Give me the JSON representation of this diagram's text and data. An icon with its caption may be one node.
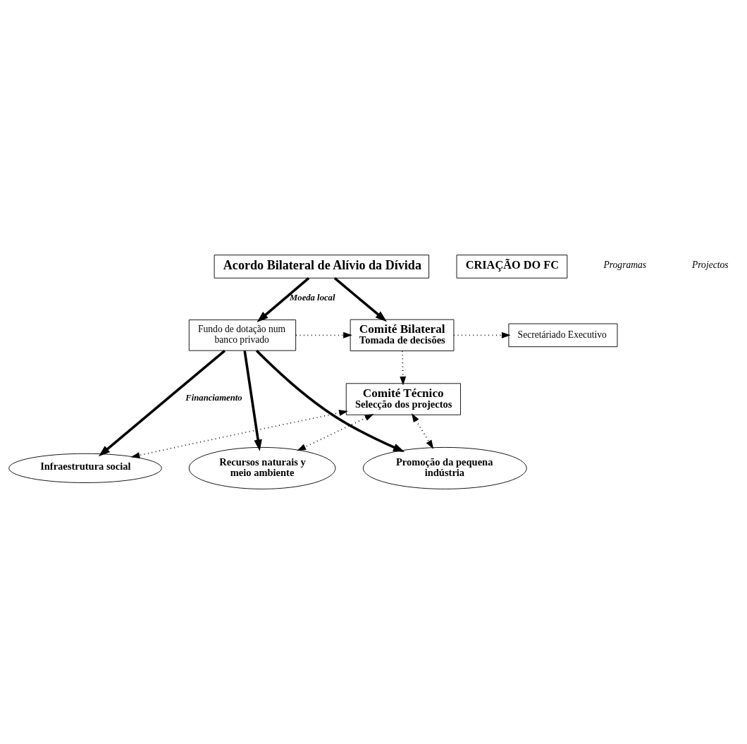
{
  "diagram": {
    "nodes": [
      {
        "text": [
          "Acordo Bilateral de Alívio da Dívida"
        ]
      },
      {
        "text": [
          "CRIAÇÃO DO FC"
        ]
      },
      {
        "text": [
          "Fundo de dotação num banco privado"
        ]
      },
      {
        "text": [
          "Comité Bilateral",
          "Tomada de decisões"
        ]
      },
      {
        "text": [
          "Secretáriado Executivo"
        ]
      },
      {
        "text": [
          "Comité Técnico",
          "Selecção dos projectos"
        ]
      },
      {
        "text": [
          "Infraestrutura social"
        ]
      },
      {
        "text": [
          "Recursos naturais y meio ambiente"
        ]
      },
      {
        "text": [
          "Promoção da pequena indústria"
        ]
      }
    ],
    "edges": [
      {
        "from": 0,
        "to": 2,
        "arrow": "to",
        "style": "thick",
        "label": "Moeda local"
      },
      {
        "from": 0,
        "to": 3,
        "arrow": "to",
        "style": "thick"
      },
      {
        "from": 2,
        "to": 3,
        "arrow": "to",
        "style": "dashed"
      },
      {
        "from": 3,
        "to": 4,
        "arrow": "to",
        "style": "dashed"
      },
      {
        "from": 3,
        "to": 5,
        "arrow": "to",
        "style": "dashed"
      },
      {
        "from": 5,
        "to": 6,
        "arrow": "both",
        "style": "dashed"
      },
      {
        "from": 5,
        "to": 7,
        "arrow": "both",
        "style": "dashed"
      },
      {
        "from": 5,
        "to": 8,
        "arrow": "both",
        "style": "dashed"
      },
      {
        "from": 2,
        "to": 6,
        "arrow": "to",
        "style": "thick",
        "label": "Financiamento"
      },
      {
        "from": 2,
        "to": 7,
        "arrow": "to",
        "style": "thick"
      },
      {
        "from": 2,
        "to": 8,
        "arrow": "to",
        "style": "thick"
      }
    ],
    "labels": [
      "Programas",
      "Projectos"
    ]
  }
}
